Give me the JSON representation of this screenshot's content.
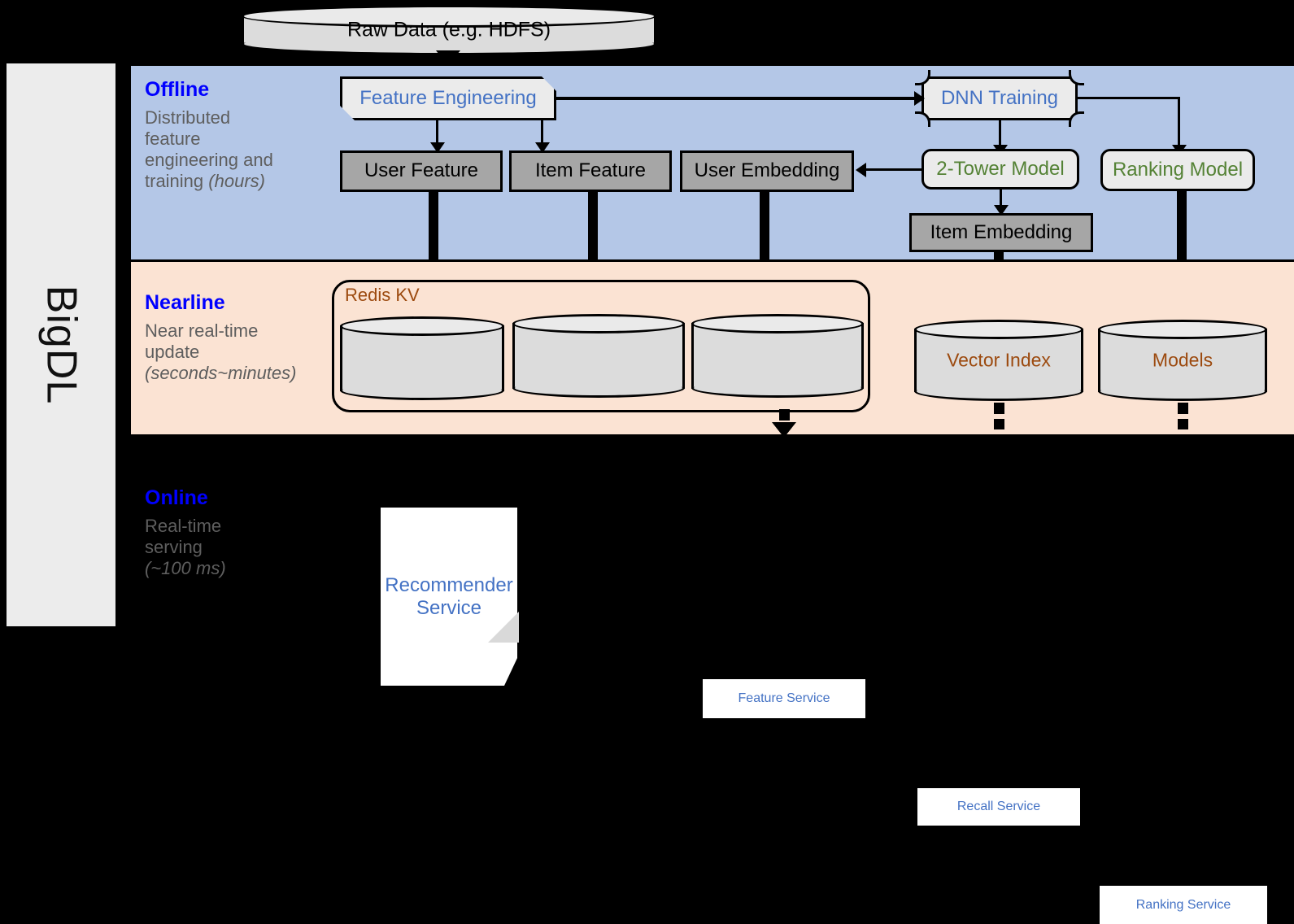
{
  "rail": {
    "label": "BigDL"
  },
  "source": {
    "label": "Raw Data (e.g. HDFS)"
  },
  "stages": [
    {
      "key": "offline",
      "title": "Offline",
      "desc_line1": "Distributed",
      "desc_line2": "feature",
      "desc_line3": "engineering and",
      "desc_line4": "training ",
      "desc_em": "(hours)"
    },
    {
      "key": "nearline",
      "title": "Nearline",
      "desc_line1": "Near real-time",
      "desc_line2": "update",
      "desc_line3": "",
      "desc_line4": "",
      "desc_em": "(seconds~minutes)"
    },
    {
      "key": "online",
      "title": "Online",
      "desc_line1": "Real-time",
      "desc_line2": "serving",
      "desc_line3": "",
      "desc_line4": "",
      "desc_em": "(~100 ms)"
    }
  ],
  "offline": {
    "feature_engineering": "Feature Engineering",
    "dnn_training": "DNN Training",
    "user_feature": "User Feature",
    "item_feature": "Item Feature",
    "user_embedding": "User Embedding",
    "two_tower_model": "2-Tower Model",
    "ranking_model": "Ranking Model",
    "item_embedding": "Item Embedding"
  },
  "nearline": {
    "redis_kv": "Redis KV",
    "store_1": "",
    "store_2": "",
    "store_3": "",
    "vector_index": "Vector Index",
    "models": "Models"
  },
  "online": {
    "recommender_service": "Recommender Service",
    "recommender_service_l1": "Recommender",
    "recommender_service_l2": "Service",
    "feature_service": "Feature Service",
    "recall_service": "Recall Service",
    "ranking_service": "Ranking Service"
  },
  "colors": {
    "offline_panel": "#b4c7e7",
    "nearline_panel": "#fbe3d3",
    "online_panel": "#000000",
    "stage_title": "#0000ff",
    "stage_desc": "#5e5e5e",
    "blue_node_text": "#4472c4",
    "green_node_text": "#548235",
    "db_label_text": "#9c4a0f",
    "gray_node_fill": "#a6a6a6",
    "light_node_fill": "#ebebeb",
    "cylinder_fill": "#dcdcdc",
    "rail_fill": "#ececec"
  }
}
